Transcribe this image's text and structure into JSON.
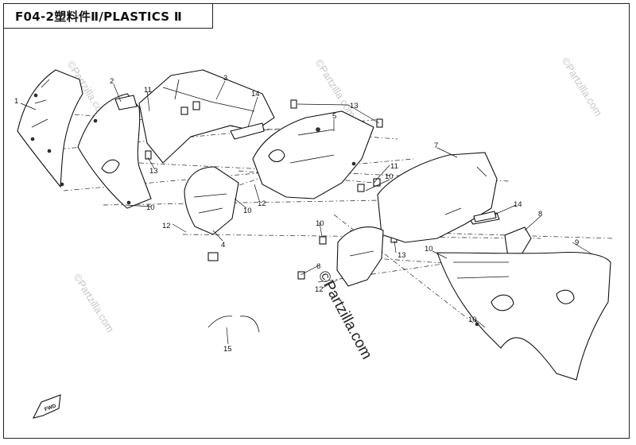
{
  "title": "F04-2塑料件Ⅱ/PLASTICS Ⅱ",
  "watermark": "©Partzilla.com",
  "fwd_label": "FWD",
  "callouts": {
    "c1": "1",
    "c2": "2",
    "c3": "3",
    "c4": "4",
    "c5": "5",
    "c6": "6",
    "c7": "7",
    "c8": "8",
    "c9": "9",
    "c10": "10",
    "c11": "11",
    "c12": "12",
    "c13": "13",
    "c14": "14",
    "c15": "15"
  }
}
